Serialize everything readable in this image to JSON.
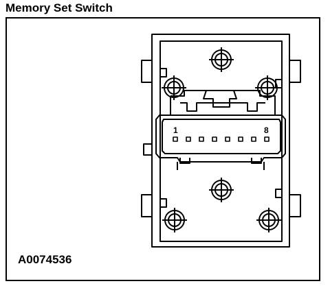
{
  "title": "Memory Set Switch",
  "reference_id": "A0074536",
  "connector": {
    "pin_first_label": "1",
    "pin_last_label": "8",
    "pin_count": 8
  },
  "icons": [
    "screw-hole-icon"
  ],
  "colors": {
    "line": "#000000",
    "background": "#ffffff"
  }
}
